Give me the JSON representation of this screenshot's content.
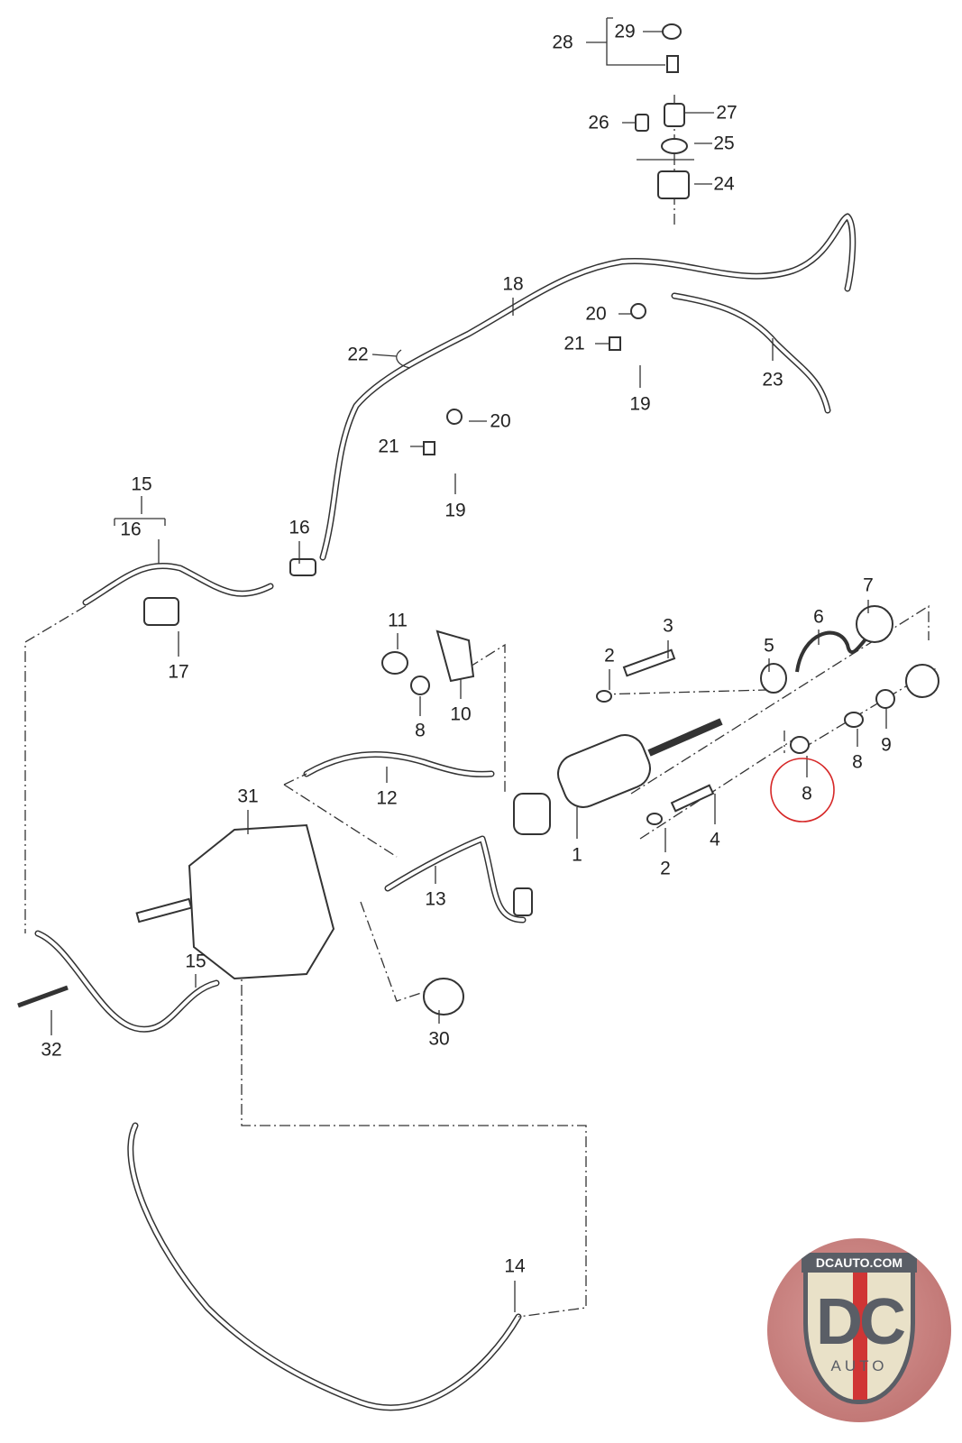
{
  "callouts": [
    "28",
    "29",
    "27",
    "26",
    "25",
    "24",
    "18",
    "20",
    "22",
    "21",
    "23",
    "19",
    "20",
    "21",
    "19",
    "15",
    "16",
    "16",
    "17",
    "11",
    "3",
    "6",
    "7",
    "5",
    "2",
    "10",
    "8",
    "9",
    "8",
    "8",
    "31",
    "12",
    "1",
    "4",
    "2",
    "13",
    "15",
    "30",
    "32",
    "14"
  ],
  "highlighted_callout": "8",
  "highlight_color": "#d62828",
  "logo": {
    "url_text": "DCAUTO.COM",
    "letters": "DC",
    "sub": "AUTO"
  }
}
